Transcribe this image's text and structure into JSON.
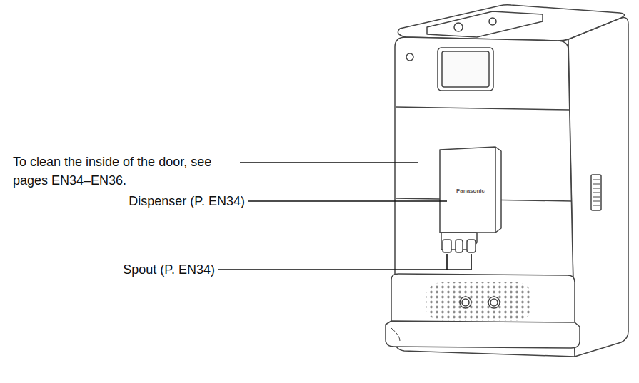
{
  "diagram": {
    "labels": [
      "To clean the inside of the door, see pages EN34–EN36.",
      "Dispenser (P. EN34)",
      "Spout (P. EN34)",
      "Panasonic"
    ]
  }
}
